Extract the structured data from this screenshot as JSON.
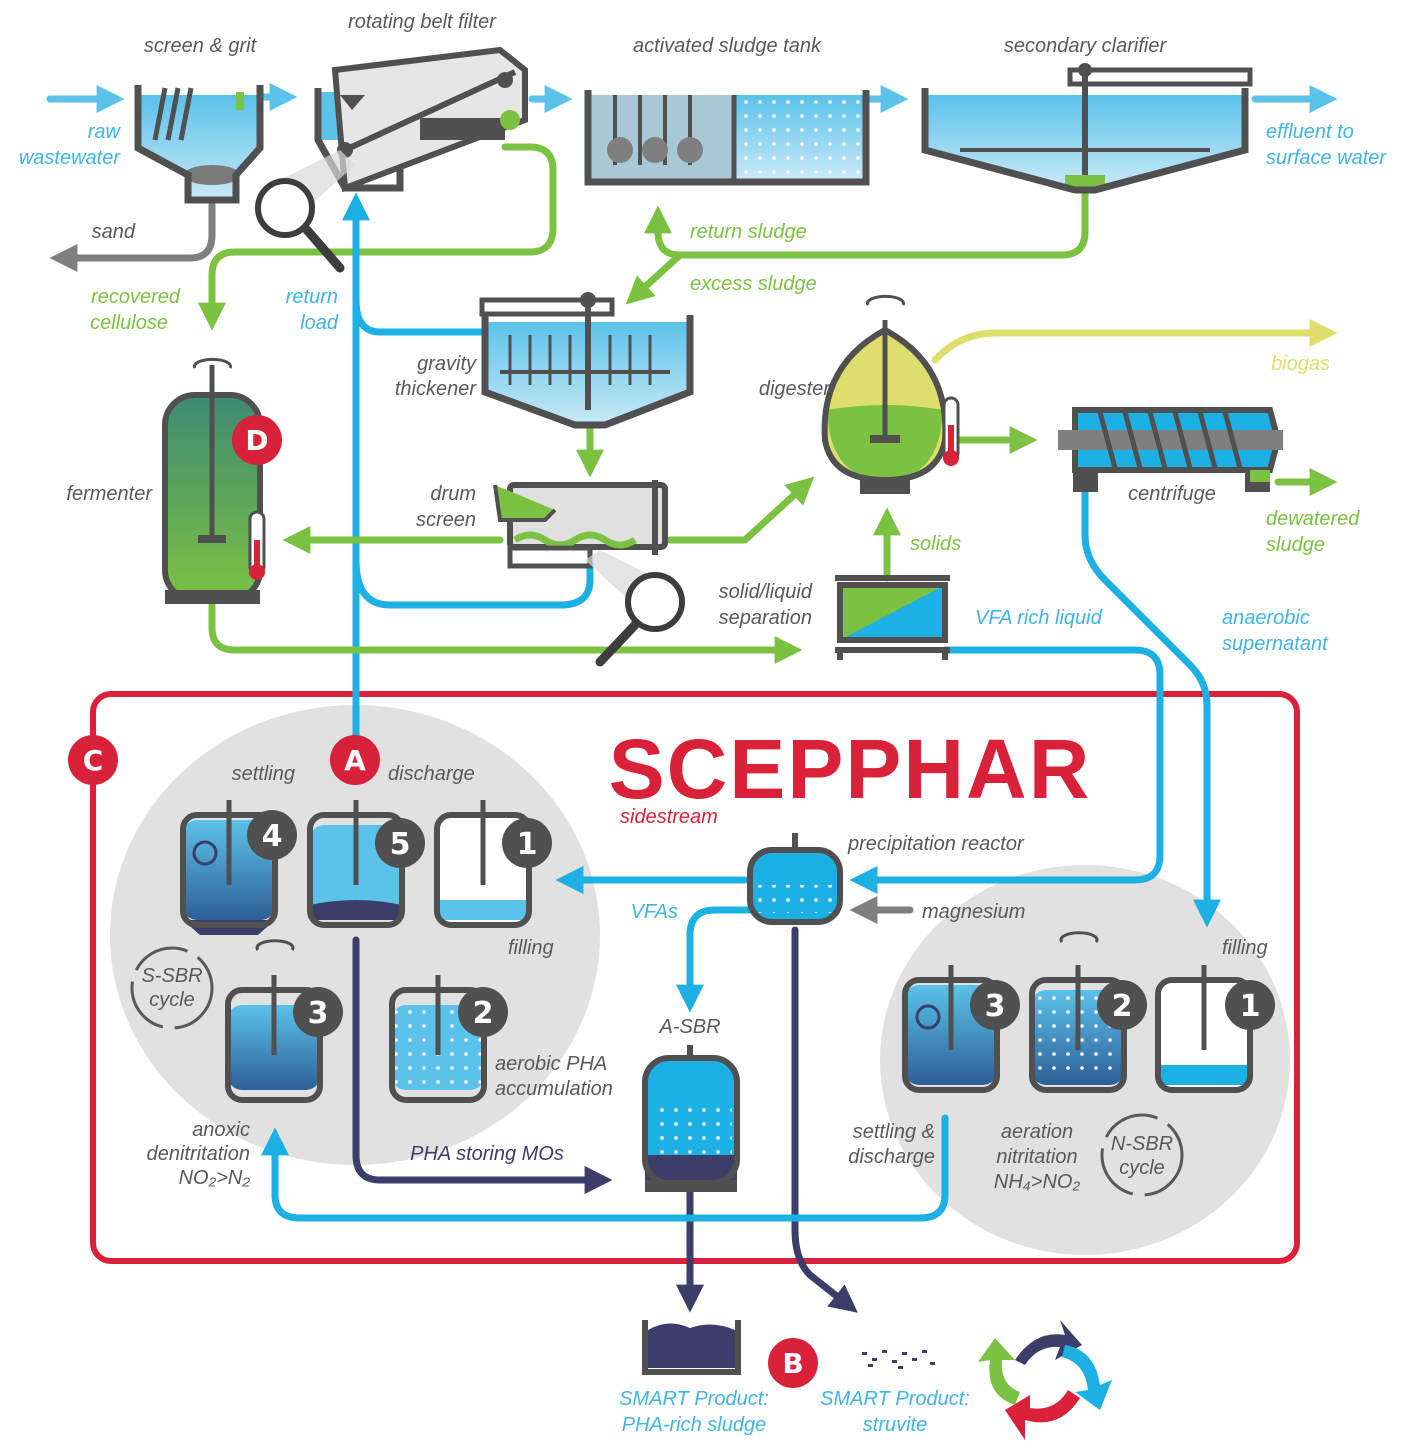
{
  "title": "SCEPPHAR",
  "subtitle": "sidestream",
  "colors": {
    "red": "#d9213a",
    "blue": "#1cb0e5",
    "green": "#7cc242",
    "gray": "#595959",
    "yellow": "#dede6c",
    "dark": "#3d3d6a"
  },
  "labels": {
    "screen_grit": "screen & grit",
    "rotating_belt_filter": "rotating belt filter",
    "activated_sludge_tank": "activated sludge tank",
    "secondary_clarifier": "secondary clarifier",
    "raw_wastewater_1": "raw",
    "raw_wastewater_2": "wastewater",
    "effluent_1": "effluent to",
    "effluent_2": "surface water",
    "sand": "sand",
    "return_sludge": "return sludge",
    "excess_sludge": "excess sludge",
    "recovered_cellulose_1": "recovered",
    "recovered_cellulose_2": "cellulose",
    "return_load_1": "return",
    "return_load_2": "load",
    "gravity_thickener_1": "gravity",
    "gravity_thickener_2": "thickener",
    "digester": "digester",
    "biogas": "biogas",
    "fermenter": "fermenter",
    "drum_screen_1": "drum",
    "drum_screen_2": "screen",
    "centrifuge": "centrifuge",
    "dewatered_sludge_1": "dewatered",
    "dewatered_sludge_2": "sludge",
    "solids": "solids",
    "solid_liquid_1": "solid/liquid",
    "solid_liquid_2": "separation",
    "vfa_rich_liquid": "VFA rich liquid",
    "anaerobic_supernatant_1": "anaerobic",
    "anaerobic_supernatant_2": "supernatant",
    "settling": "settling",
    "discharge": "discharge",
    "filling_left": "filling",
    "s_sbr_1": "S-SBR",
    "s_sbr_2": "cycle",
    "aerobic_pha_1": "aerobic PHA",
    "aerobic_pha_2": "accumulation",
    "anoxic_1": "anoxic",
    "anoxic_2": "denitritation",
    "anoxic_3": "NO₂>N₂",
    "pha_storing": "PHA storing MOs",
    "precipitation_reactor": "precipitation reactor",
    "vfas": "VFAs",
    "magnesium": "magnesium",
    "a_sbr": "A-SBR",
    "filling_right": "filling",
    "settling_discharge_1": "settling &",
    "settling_discharge_2": "discharge",
    "aeration_1": "aeration",
    "aeration_2": "nitritation",
    "aeration_3": "NH₄>NO₂",
    "n_sbr_1": "N-SBR",
    "n_sbr_2": "cycle",
    "smart_pha_1": "SMART Product:",
    "smart_pha_2": "PHA-rich sludge",
    "smart_struvite_1": "SMART Product:",
    "smart_struvite_2": "struvite"
  },
  "badges": {
    "a": "A",
    "b": "B",
    "c": "C",
    "d": "D"
  },
  "steps": {
    "s4": "4",
    "s5": "5",
    "s1": "1",
    "s3": "3",
    "s2": "2",
    "n3": "3",
    "n2": "2",
    "n1": "1"
  }
}
